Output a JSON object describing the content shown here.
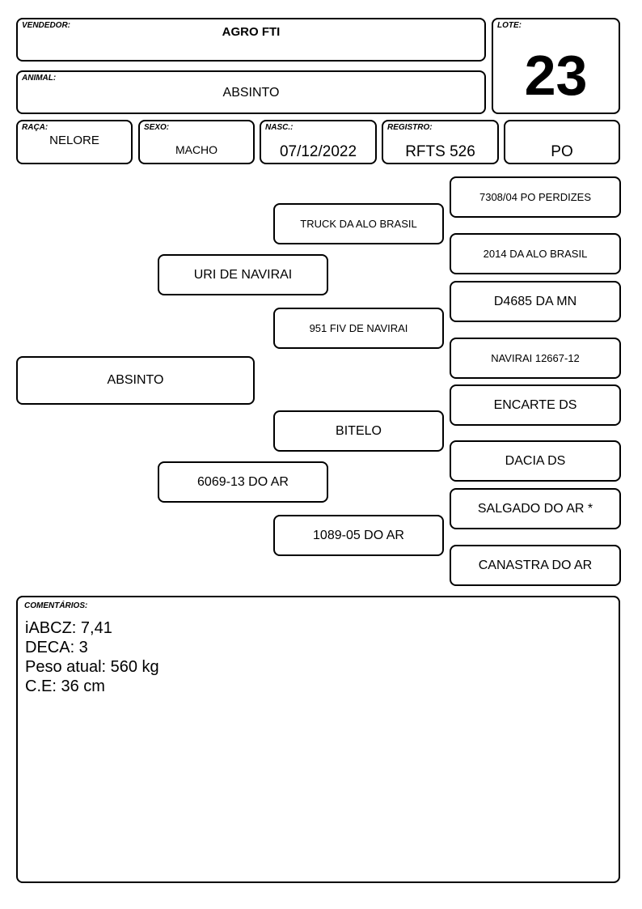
{
  "header": {
    "vendedor_label": "VENDEDOR:",
    "vendedor": "AGRO FTI",
    "animal_label": "ANIMAL:",
    "animal": "ABSINTO",
    "lote_label": "LOTE:",
    "lote": "23"
  },
  "details": {
    "raca_label": "RAÇA:",
    "raca": "NELORE",
    "sexo_label": "SEXO:",
    "sexo": "MACHO",
    "nasc_label": "NASC.:",
    "nasc": "07/12/2022",
    "registro_label": "REGISTRO:",
    "registro": "RFTS 526",
    "categoria": "PO"
  },
  "pedigree": {
    "animal": "ABSINTO",
    "sire": "URI DE NAVIRAI",
    "dam": "6069-13 DO AR",
    "sire_sire": "TRUCK DA ALO BRASIL",
    "sire_dam": "951 FIV DE NAVIRAI",
    "dam_sire": "BITELO",
    "dam_dam": "1089-05 DO AR",
    "ss_sire": "7308/04 PO PERDIZES",
    "ss_dam": "2014 DA ALO BRASIL",
    "sd_sire": "D4685 DA MN",
    "sd_dam": "NAVIRAI 12667-12",
    "ds_sire": "ENCARTE DS",
    "ds_dam": "DACIA DS",
    "dd_sire": "SALGADO DO AR *",
    "dd_dam": "CANASTRA DO AR"
  },
  "comments": {
    "label": "COMENTÁRIOS:",
    "lines": [
      "iABCZ: 7,41",
      "DECA: 3",
      "Peso atual: 560 kg",
      "C.E: 36 cm"
    ]
  }
}
